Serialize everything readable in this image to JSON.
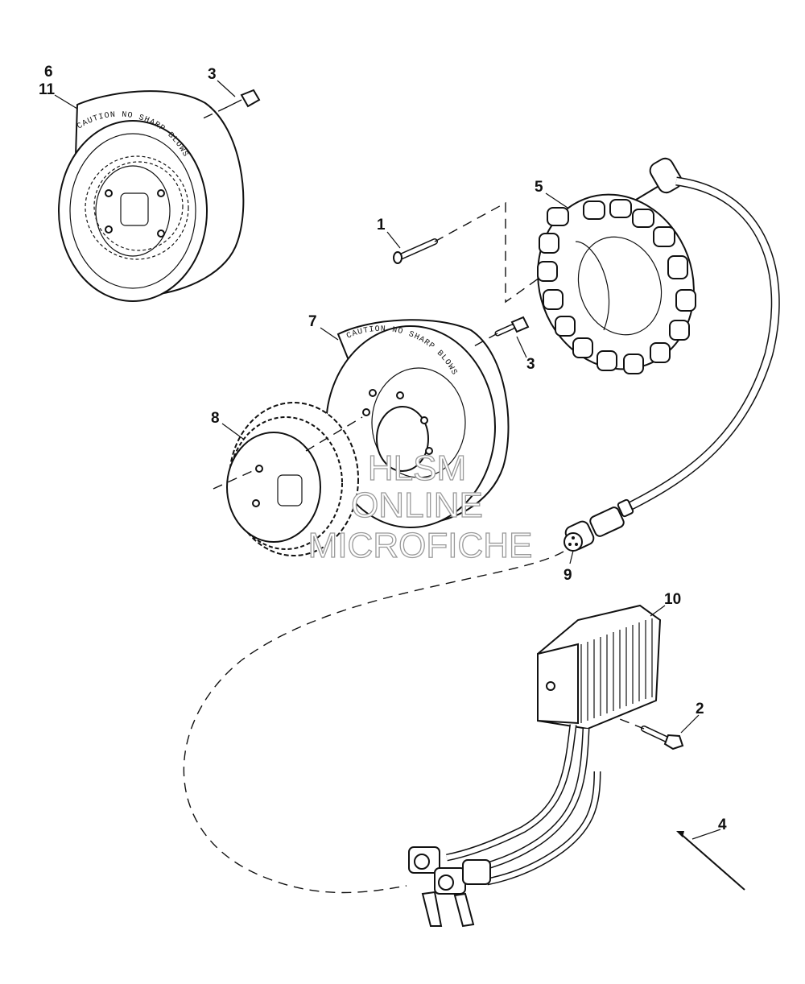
{
  "callouts": [
    {
      "id": "c1",
      "label": "1"
    },
    {
      "id": "c2",
      "label": "2"
    },
    {
      "id": "c3a",
      "label": "3"
    },
    {
      "id": "c3b",
      "label": "3"
    },
    {
      "id": "c4",
      "label": "4"
    },
    {
      "id": "c5",
      "label": "5"
    },
    {
      "id": "c6",
      "label": "6"
    },
    {
      "id": "c11",
      "label": "11"
    },
    {
      "id": "c7",
      "label": "7"
    },
    {
      "id": "c8",
      "label": "8"
    },
    {
      "id": "c9",
      "label": "9"
    },
    {
      "id": "c10",
      "label": "10"
    }
  ],
  "rotor_text": "CAUTION NO SHARP BLOWS",
  "watermark": {
    "line1": "HLSM",
    "line2": "ONLINE",
    "line3": "MICROFICHE"
  },
  "colors": {
    "ink": "#111111",
    "background": "#ffffff",
    "watermark": "#9a9a9a"
  }
}
